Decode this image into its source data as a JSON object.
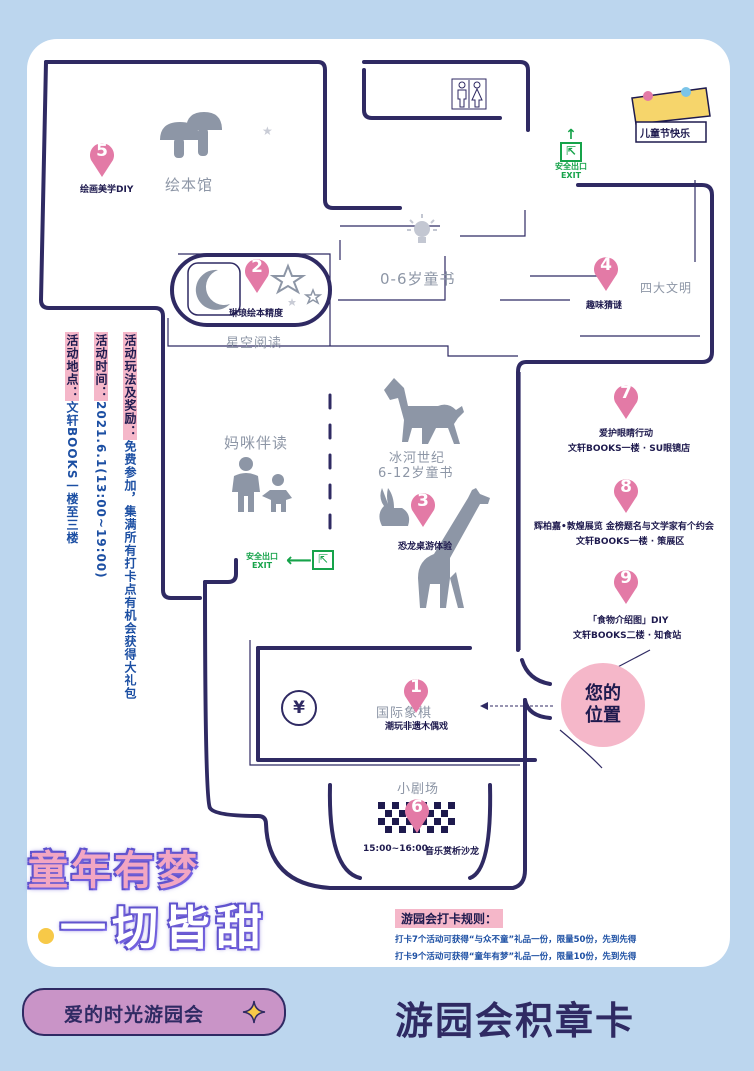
{
  "areas": {
    "picture_book_hall": "绘本馆",
    "starry_reading": "星空阅读",
    "books_0_6": "0-6岁童书",
    "four_classics": "四大文明",
    "mom_reading": "妈咪伴读",
    "ice_age": "冰河世纪",
    "books_6_12": "6-12岁童书",
    "chess": "国际象棋",
    "theater": "小剧场"
  },
  "pins": [
    {
      "num": "5",
      "caption": "绘画美学DIY"
    },
    {
      "num": "2",
      "caption": "琳琅绘本精度"
    },
    {
      "num": "4",
      "caption": "趣味猜谜"
    },
    {
      "num": "3",
      "caption": "恐龙桌游体验"
    },
    {
      "num": "1",
      "caption": "潮玩非遗木偶戏"
    },
    {
      "num": "6",
      "caption": "音乐赏析沙龙",
      "time": "15:00~16:00"
    },
    {
      "num": "7",
      "caption": "爱护眼睛行动",
      "sub": "文轩BOOKS一楼 · SU眼镜店"
    },
    {
      "num": "8",
      "caption": "辉柏嘉•敦煌展览 金榜题名与文学家有个约会",
      "sub": "文轩BOOKS一楼 · 策展区"
    },
    {
      "num": "9",
      "caption": "「食物介绍图」DIY",
      "sub": "文轩BOOKS二楼 · 知食站"
    }
  ],
  "exits": [
    {
      "top": "安全出口",
      "bottom": "EXIT"
    },
    {
      "top": "安全出口",
      "bottom": "EXIT"
    }
  ],
  "info": {
    "rules_label": "活动玩法及奖励：",
    "rules_text": "免费参加，集满所有打卡点有机会获得大礼包",
    "time_label": "活动时间：",
    "time_text": "2021.6.1(13:00~19:00)",
    "place_label": "活动地点：",
    "place_text": "文轩BOOKS一楼至三楼"
  },
  "you_are_here": {
    "line1": "您的",
    "line2": "位置"
  },
  "logo_text": "儿童节快乐",
  "yen_symbol": "¥",
  "slogan": {
    "line1": "童年有梦",
    "line2": "一切皆甜"
  },
  "checkin_rules": {
    "title": "游园会打卡规则：",
    "line1": "打卡7个活动可获得“与众不童”礼品一份，限量50份，先到先得",
    "line2": "打卡9个活动可获得“童年有梦”礼品一份，限量10份，先到先得"
  },
  "event_name": "爱的时光游园会",
  "card_title": "游园会积章卡",
  "colors": {
    "background": "#bcd6ee",
    "wall": "#2f2a63",
    "pin": "#e37aa6",
    "accent_pink": "#f5b7c9",
    "exit_green": "#16a34a",
    "info_blue": "#1c4fa3"
  }
}
